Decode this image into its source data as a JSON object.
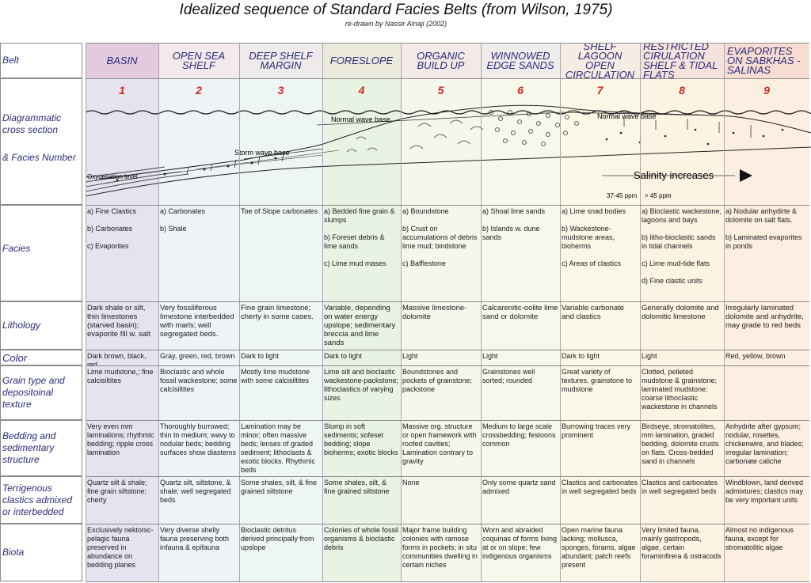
{
  "title": "Idealized sequence of Standard Facies Belts (from Wilson, 1975)",
  "subtitle": "re-drawn by Nassir Alnaji (2002)",
  "row_labels": {
    "belt": "Belt",
    "cross_section": "Diagrammatic cross section",
    "facies_number": "& Facies Number",
    "facies": "Facies",
    "lithology": "Lithology",
    "color": "Color",
    "grain": "Grain type and depositoinal texture",
    "bedding": "Bedding and sedimentary structure",
    "terrigenous": "Terrigenous clastics admixed or interbedded",
    "biota": "Biota"
  },
  "belts": [
    {
      "number": "1",
      "name": "BASIN",
      "bg": "#e7e2f0",
      "head": "#e3cade",
      "facies": "a) Fine Clastics\n\nb) Carbonates\n\nc) Evaporites",
      "lithology": "Dark shale or silt, thin limestones (starved basin); evaporite fill w. salt",
      "color": "Dark brown, black, red",
      "grain": "Lime mudstone,; fine calcisiltites",
      "bedding": "Very even mm laminations; rhythmic bedding; ripple cross lamination",
      "terrigenous": "Quartz silt & shale; fine grain siltstone; cherty",
      "biota": "Exclusively nektonic-pelagic fauna preserved in abundance on bedding planes"
    },
    {
      "number": "2",
      "name": "OPEN SEA SHELF",
      "bg": "#eef3f8",
      "head": "#f1e9ec",
      "facies": "a) Carbonates\n\nb) Shale",
      "lithology": "Very fossiliferous limestone interbedded with marls; well segregated beds.",
      "color": "Gray, green, red, brown",
      "grain": "Bioclastic and whole fossil wackestone; some calcisiltites",
      "bedding": "Thoroughly burrowed; thin to medium; wavy to nodular beds; bedding surfaces show diastems",
      "terrigenous": "Quartz silt, siltstone, & shale; well segregated beds",
      "biota": "Very diverse shelly fauna preserving both infauna & epifauna"
    },
    {
      "number": "3",
      "name": "DEEP SHELF MARGIN",
      "bg": "#eef5f5",
      "head": "#eeebea",
      "facies": "Toe of Slope carbonates",
      "lithology": "Fine grain limestone; cherty in some cases.",
      "color": "Dark to light",
      "grain": "Mostly lime mudstone with some calcisiltites",
      "bedding": "Lamination may be minor; often massive beds; lenses of graded sediment; lithoclasts & exotic blocks. Rhythmic beds",
      "terrigenous": "Some shales, silt, & fine grained siltstone",
      "biota": "Bioclastic detritus derived principally from upslope"
    },
    {
      "number": "4",
      "name": "FORESLOPE",
      "bg": "#e8f3e4",
      "head": "#eae9dc",
      "facies": "a) Bedded fine grain & slumps\n\nb) Foreset debris & lime sands\n\nc) Lime mud mases",
      "lithology": "Variable, depending on water energy upslope; sedimentary breccia and lime sands",
      "color": "Dark to light",
      "grain": "Lime silt and bioclastic wackestone-packstone; lithoclastics of varying sizes",
      "bedding": "Slump in soft sediments; sofeset bedding; slope bioherms; exotic blocks",
      "terrigenous": "Some shales, silt, & fine grained siltstone",
      "biota": "Colonies of whole fossil organisms & bioclastic debris"
    },
    {
      "number": "5",
      "name": "ORGANIC BUILD UP",
      "bg": "#f5f7ec",
      "head": "#f3e9e6",
      "facies": "a) Boundstone\n\nb) Crust on accumulations of debris lime mud; bindstone\n\nc) Bafflestone",
      "lithology": "Massive limestone-dolomite",
      "color": "Light",
      "grain": "Boundstones and pockets of grainstone; packstone",
      "bedding": "Massive org. structure or open framework with roofed cavities; Lamination contrary to gravity",
      "terrigenous": "None",
      "biota": "Major frame building colonies with ramose forms in pockets; in situ communities dwelling in certain niches"
    },
    {
      "number": "6",
      "name": "WINNOWED EDGE SANDS",
      "bg": "#f7f7ec",
      "head": "#f0ecec",
      "facies": "a) Shoal lime sands\n\nb) Islands w. dune sands",
      "lithology": "Calcarenitic-oolite lime sand or dolomite",
      "color": "Light",
      "grain": "Grainstones well sorted; rounded",
      "bedding": "Medium to large scale crossbedding; festoons common",
      "terrigenous": "Only some quartz sand admixed",
      "biota": "Worn and abraided coquinas of forms living at or on slope; few indigenous organisms"
    },
    {
      "number": "7",
      "name": "SHELF LAGOON OPEN CIRCULATION",
      "bg": "#fbf7e6",
      "head": "#f6ece4",
      "facies": "a) Lime snad bodies\n\nb) Wackestone-mudstone areas, bioherms\n\nc) Areas of clastics",
      "lithology": "Variable carbonate and clastics",
      "color": "Dark to light",
      "grain": "Great variety of textures, grainstone to mudstone",
      "bedding": "Burrowing traces very prominent",
      "terrigenous": "Clastics and carbonates in well segregated beds",
      "biota": "Open marine fauna lacking; mollusca, sponges, forams, algae abundant; patch reefs present"
    },
    {
      "number": "8",
      "name": "RESTRICTED CIRULATION SHELF & TIDAL FLATS",
      "bg": "#fcf3e2",
      "head": "#f6e2dc",
      "facies": "a) Bioclastic wackestone, lagoons and bays\n\nb) litho-bioclastic sands in tidal channels\n\nc) Lime mud-tide flats\n\nd) Fine clastic units",
      "lithology": "Generally dolomite and dolomitic limestone",
      "color": "Light",
      "grain": "Clotted, pelleted mudstone & grainstone; laminated mudstone; coarse lithoclastic wackestone in channels",
      "bedding": "Birdseye, stromatolites, mm lamination, graded bedding, dolomite crusts on flats. Cross-bedded sand in channels",
      "terrigenous": "Clastics and carbonates in well segregated beds",
      "biota": "Very limited fauna, mainly gastropods, algae, certain foraminfirera & ostracods"
    },
    {
      "number": "9",
      "name": "EVAPORITES ON SABKHAS - SALINAS",
      "bg": "#fdeee2",
      "head": "#f7dcd2",
      "facies": "a) Nodular anhydirte & dolomite on salt flats.\n\nb) Laminated evaporites in ponds",
      "lithology": "Irregularly laminated dolomite and anhydrite, may grade to red beds",
      "color": "Red, yellow, brown",
      "grain": "",
      "bedding": "Anhydrite after gypsum; nodular, rosettes, chickenwire, and blades; irregular lamination; carbonate caliche",
      "terrigenous": "Windblown, land derived admixtures; clastics may be very important units",
      "biota": "Almost no indigenous fauna, except for stromatolitic algae"
    }
  ],
  "cross_section": {
    "normal_wave_base": "Normal wave base",
    "normal_wave_base_right": "Normal wave base",
    "storm_wave_base": "Storm wave base",
    "oxygenation_level": "Oxygenation level",
    "salinity": "Salinity increases",
    "ppm_left": "37-45 ppm",
    "ppm_right": "> 45 ppm"
  },
  "colors": {
    "label_text": "#2b2b7a",
    "facies_number": "#d0271e",
    "grid": "#8a8a8a"
  }
}
